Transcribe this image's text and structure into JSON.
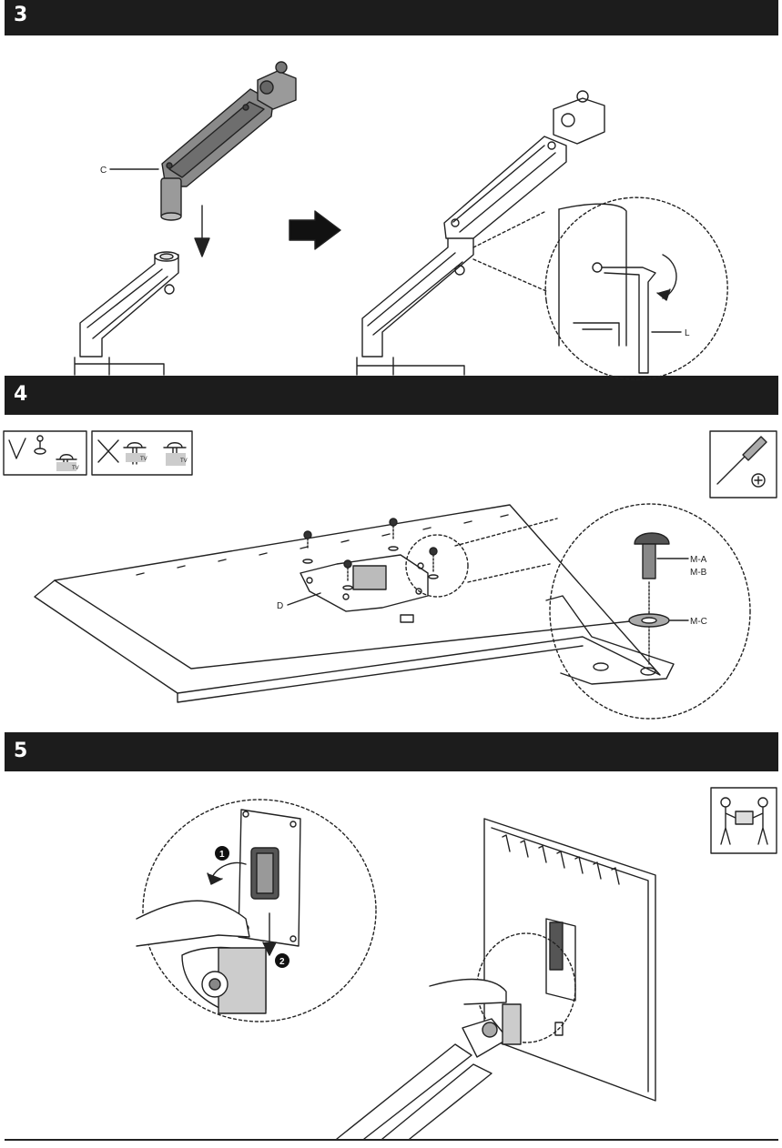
{
  "steps": [
    {
      "number": "3"
    },
    {
      "number": "4"
    },
    {
      "number": "5"
    }
  ],
  "labels": {
    "part_c": "C",
    "part_l": "L",
    "part_d": "D",
    "screw_ma": "M-A",
    "screw_mb": "M-B",
    "washer_mc": "M-C",
    "tv_a": "TV",
    "tv_b": "TV",
    "tv_c": "TV",
    "badge_1": "1",
    "badge_2": "2"
  },
  "icons": {
    "correct": "check-icon",
    "wrong": "cross-icon",
    "tool": "screwdriver-icon",
    "two_people": "two-person-lift-icon"
  },
  "colors": {
    "bar": "#1c1c1c",
    "line": "#222222",
    "shade": "#8a8a8a"
  }
}
